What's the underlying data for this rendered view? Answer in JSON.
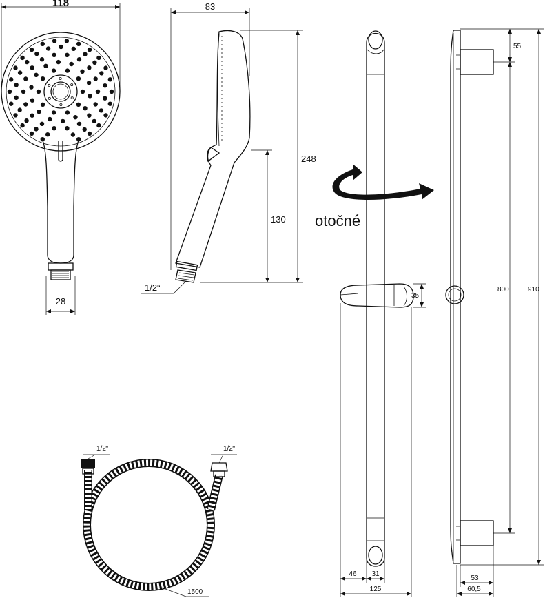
{
  "handshower_front": {
    "width_label": "118",
    "thread_width_label": "28"
  },
  "handshower_side": {
    "depth_label": "83",
    "height_label": "248",
    "handle_label": "130",
    "thread_label": "1/2“"
  },
  "rotation": {
    "label": "otočné",
    "icon": "rotate-arrow-icon"
  },
  "rail_front": {
    "slider_label": "35",
    "offset_label": "46",
    "rod_label": "31",
    "width_label": "125"
  },
  "rail_side": {
    "top_label": "55",
    "spacing_label": "800",
    "length_label": "910",
    "bracket_label": "53",
    "depth_label": "60,5"
  },
  "hose": {
    "left_thread_label": "1/2“",
    "right_thread_label": "1/2“",
    "length_label": "1500"
  }
}
